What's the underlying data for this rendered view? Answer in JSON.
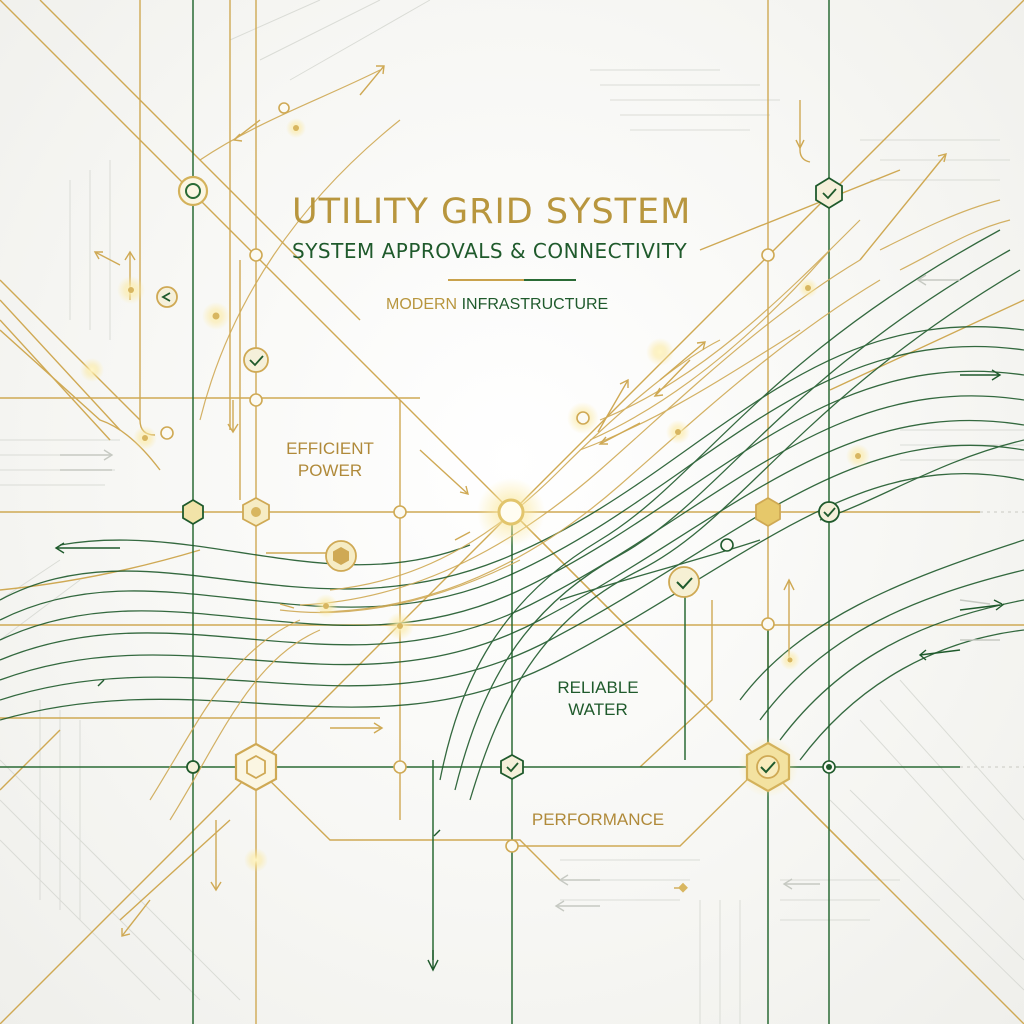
{
  "header": {
    "title": "UTILITY GRID SYSTEM",
    "subtitle": "SYSTEM APPROVALS & CONNECTIVITY",
    "tagline_gold": "MODERN",
    "tagline_green": "INFRASTRUCTURE"
  },
  "labels": {
    "power_line1": "EFFICIENT",
    "power_line2": "POWER",
    "water_line1": "RELIABLE",
    "water_line2": "WATER",
    "performance": "PERFORMANCE"
  },
  "colors": {
    "gold": "#c9a24c",
    "green": "#1f5a2c",
    "light_gray": "#d4d6d0",
    "glow": "#fff2b0",
    "background": "#f7f7f4"
  }
}
